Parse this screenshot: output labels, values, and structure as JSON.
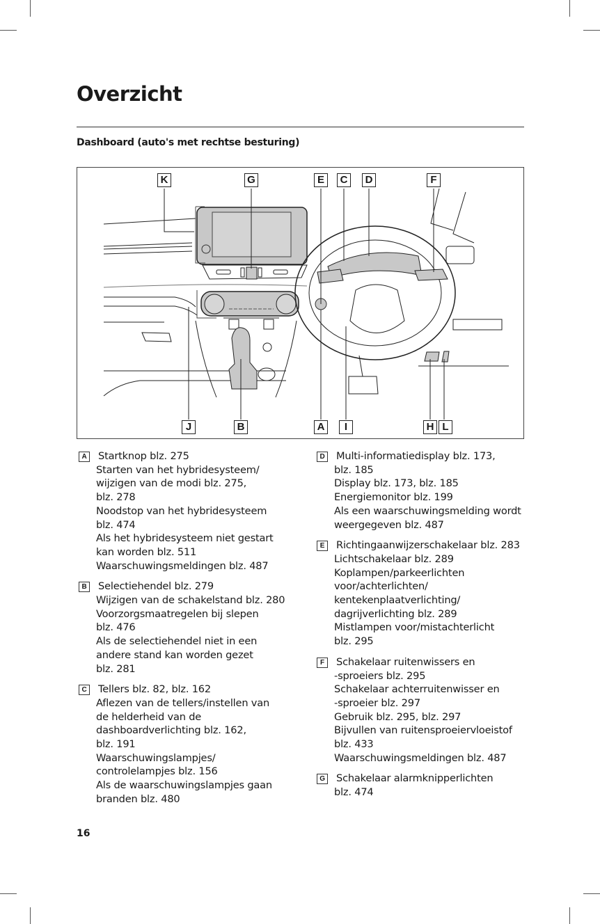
{
  "page": {
    "title": "Overzicht",
    "subtitle": "Dashboard (auto's met rechtse besturing)",
    "page_number": "16"
  },
  "figure": {
    "callouts": {
      "K": "K",
      "G": "G",
      "E": "E",
      "C": "C",
      "D": "D",
      "F": "F",
      "J": "J",
      "B": "B",
      "A": "A",
      "I": "I",
      "H": "H",
      "L": "L"
    },
    "colors": {
      "line": "#222222",
      "fill_highlight": "#c8c8c8",
      "fill_light": "#e6e6e6"
    }
  },
  "entries_left": [
    {
      "label": "A",
      "lines": [
        "Startknop blz. 275",
        "Starten van het hybridesysteem/",
        "wijzigen van de modi blz. 275,",
        "blz. 278",
        "Noodstop van het hybridesysteem",
        "blz. 474",
        "Als het hybridesysteem niet gestart",
        "kan worden blz. 511",
        "Waarschuwingsmeldingen blz. 487"
      ]
    },
    {
      "label": "B",
      "lines": [
        "Selectiehendel blz. 279",
        "Wijzigen van de schakelstand blz. 280",
        "Voorzorgsmaatregelen bij slepen",
        "blz. 476",
        "Als de selectiehendel niet in een",
        "andere stand kan worden gezet",
        "blz. 281"
      ]
    },
    {
      "label": "C",
      "lines": [
        "Tellers blz. 82, blz. 162",
        "Aflezen van de tellers/instellen van",
        "de helderheid van de",
        "dashboardverlichting blz. 162,",
        "blz. 191",
        "Waarschuwingslampjes/",
        "controlelampjes blz. 156",
        "Als de waarschuwingslampjes gaan",
        "branden blz. 480"
      ]
    }
  ],
  "entries_right": [
    {
      "label": "D",
      "lines": [
        "Multi-informatiedisplay blz. 173,",
        "blz. 185",
        "Display blz. 173, blz. 185",
        "Energiemonitor blz. 199",
        "Als een waarschuwingsmelding wordt",
        "weergegeven blz. 487"
      ]
    },
    {
      "label": "E",
      "lines": [
        "Richtingaanwijzerschakelaar blz. 283",
        "Lichtschakelaar blz. 289",
        "Koplampen/parkeerlichten",
        "voor/achterlichten/",
        "kentekenplaatverlichting/",
        "dagrijverlichting blz. 289",
        "Mistlampen voor/mistachterlicht",
        "blz. 295"
      ]
    },
    {
      "label": "F",
      "lines": [
        "Schakelaar ruitenwissers en",
        "-sproeiers blz. 295",
        "Schakelaar achterruitenwisser en",
        "-sproeier blz. 297",
        "Gebruik blz. 295, blz. 297",
        "Bijvullen van ruitensproeiervloeistof",
        "blz. 433",
        "Waarschuwingsmeldingen blz. 487"
      ]
    },
    {
      "label": "G",
      "lines": [
        "Schakelaar alarmknipperlichten",
        "blz. 474"
      ]
    }
  ]
}
